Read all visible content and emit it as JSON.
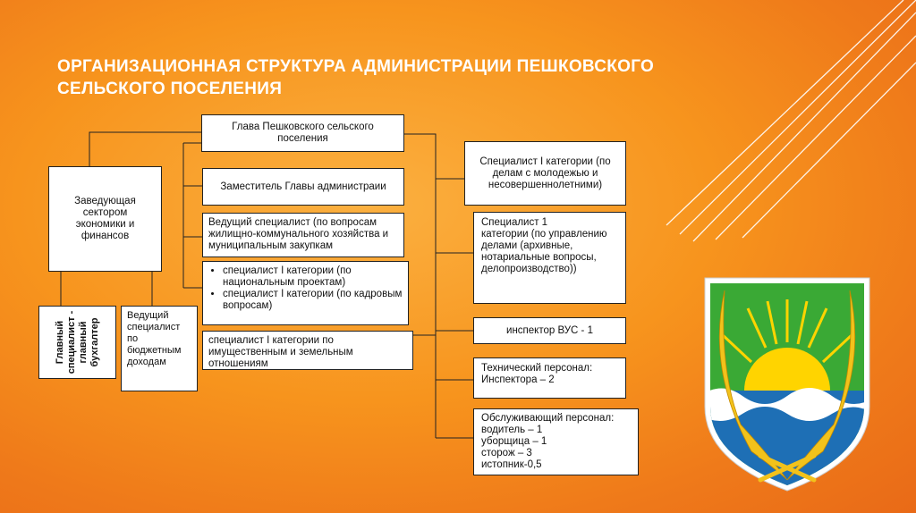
{
  "title_line1": "Организационная структура администрации Пешковского",
  "title_line2": "сельского поселения",
  "boxes": {
    "head": "Глава Пешковского сельского поселения",
    "deputy": "Заместитель Главы администраии",
    "lead_housing": "Ведущий специалист (по вопросам жилищно-коммунального хозяйства и муниципальным закупкам",
    "spec_national": "специалист I категории (по национальным проектам)",
    "spec_personnel": "специалист I категории (по кадровым вопросам)",
    "spec_property": "специалист I категории по имущественным и земельным отношениям",
    "sector_head": "Заведующая сектором экономики и финансов",
    "chief_accountant": "Главный специалист - главный бухгалтер",
    "lead_budget": "Ведущий специалист по бюджетным доходам",
    "spec_youth": "Специалист I категории (по делам с молодежью и несовершеннолетними)",
    "spec_management_l1": "Специалист 1",
    "spec_management_l2": "категории (по управлению делами (архивные, нотариальные вопросы, делопроизводство))",
    "inspector_vus": "инспектор ВУС - 1",
    "tech_l1": "Технический персонал:",
    "tech_l2": "Инспектора – 2",
    "service_l1": "Обслуживающий персонал:",
    "service_l2": "водитель – 1",
    "service_l3": "уборщица – 1",
    "service_l4": "сторож – 3",
    "service_l5": "истопник-0,5"
  },
  "colors": {
    "background": "#f7941d",
    "shield_green": "#3aa935",
    "shield_blue": "#1e6fb5",
    "sun_yellow": "#ffd400",
    "wheat_gold": "#f2c21b"
  },
  "emblem_icon": "coat-of-arms-icon"
}
